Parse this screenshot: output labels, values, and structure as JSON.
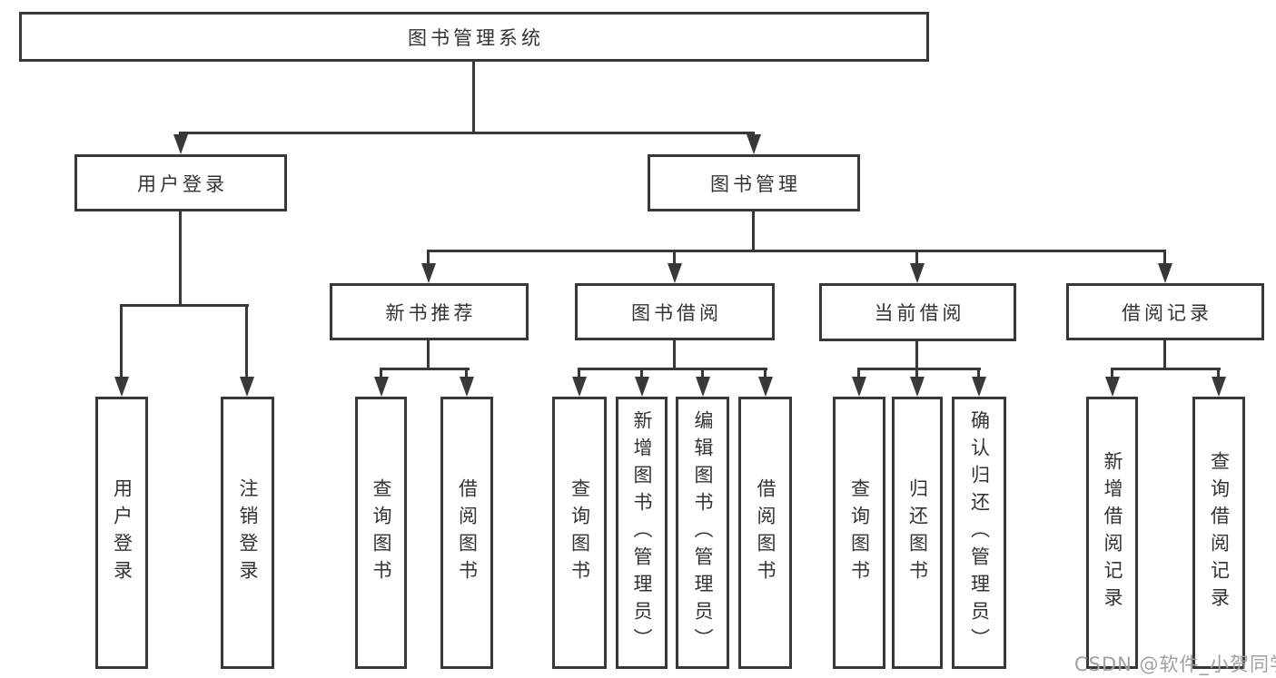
{
  "tree": {
    "label": "图书管理系统",
    "children": [
      {
        "label": "用户登录",
        "children": [
          {
            "label": "用户登录"
          },
          {
            "label": "注销登录"
          }
        ]
      },
      {
        "label": "图书管理",
        "children": [
          {
            "label": "新书推荐",
            "children": [
              {
                "label": "查询图书"
              },
              {
                "label": "借阅图书"
              }
            ]
          },
          {
            "label": "图书借阅",
            "children": [
              {
                "label": "查询图书"
              },
              {
                "label": "新增图书（管理员）"
              },
              {
                "label": "编辑图书（管理员）"
              },
              {
                "label": "借阅图书"
              }
            ]
          },
          {
            "label": "当前借阅",
            "children": [
              {
                "label": "查询图书"
              },
              {
                "label": "归还图书"
              },
              {
                "label": "确认归还（管理员）"
              }
            ]
          },
          {
            "label": "借阅记录",
            "children": [
              {
                "label": "新增借阅记录"
              },
              {
                "label": "查询借阅记录"
              }
            ]
          }
        ]
      }
    ]
  },
  "watermark": {
    "text": "CSDN @软件_小贺同学"
  },
  "colors": {
    "line": "#383838",
    "box_border": "#383838",
    "text": "#333333",
    "watermark_text": "#9ba1a6",
    "background": "#ffffff"
  }
}
